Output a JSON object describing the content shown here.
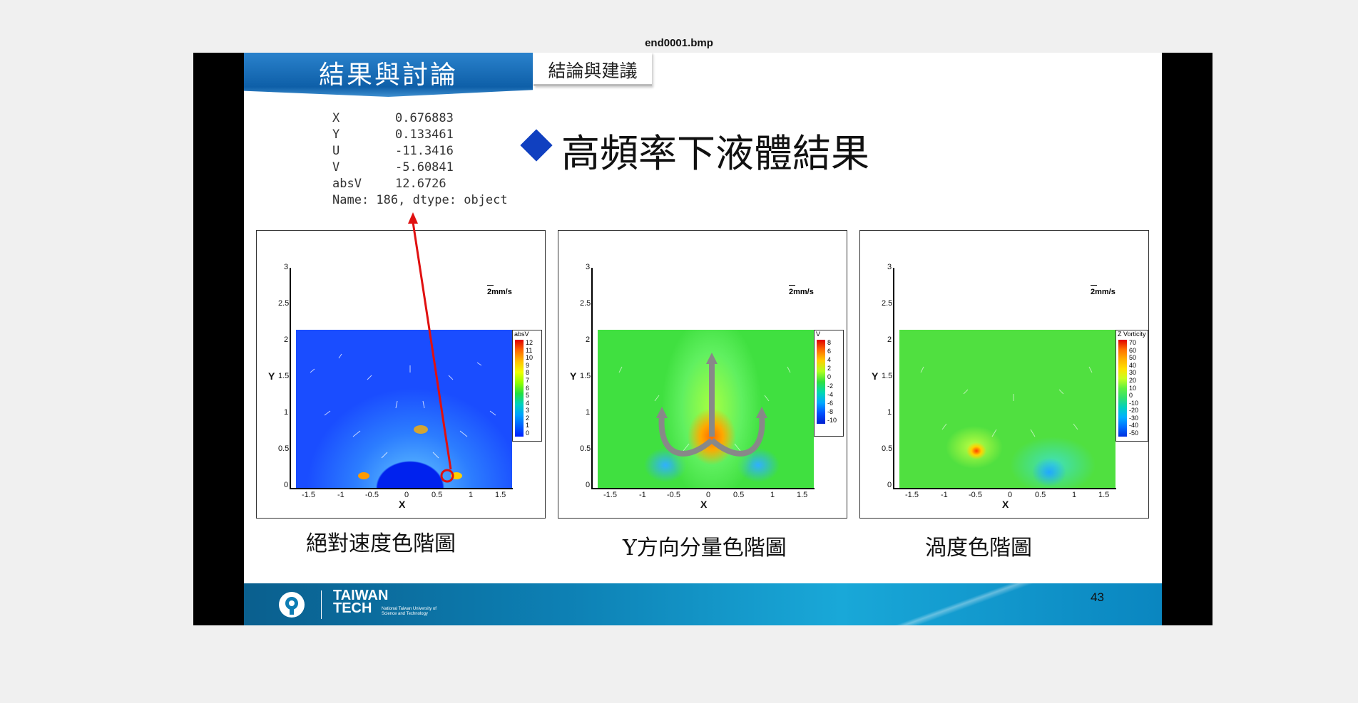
{
  "window": {
    "title": "end0001.bmp"
  },
  "slide": {
    "section_title": "結果與討論",
    "section_tab": "結論與建議",
    "heading": "高頻率下液體結果",
    "info_box": [
      {
        "label": "X",
        "value": "0.676883"
      },
      {
        "label": "Y",
        "value": "0.133461"
      },
      {
        "label": "U",
        "value": "-11.3416"
      },
      {
        "label": "V",
        "value": "-5.60841"
      },
      {
        "label": "absV",
        "value": "12.6726"
      }
    ],
    "info_footer": "Name: 186, dtype: object",
    "plots": [
      {
        "caption": "絕對速度色階圖",
        "legend_title": "absV",
        "legend_labels": [
          "12",
          "11",
          "10",
          "9",
          "8",
          "7",
          "6",
          "5",
          "4",
          "3",
          "2",
          "1",
          "0"
        ],
        "scale_label": "2mm/s"
      },
      {
        "caption": "Y方向分量色階圖",
        "legend_title": "V",
        "legend_labels": [
          "8",
          "6",
          "4",
          "2",
          "0",
          "-2",
          "-4",
          "-6",
          "-8",
          "-10"
        ],
        "scale_label": "2mm/s"
      },
      {
        "caption": "渦度色階圖",
        "legend_title": "Z Vorticity",
        "legend_labels": [
          "70",
          "60",
          "50",
          "40",
          "30",
          "20",
          "10",
          "0",
          "-10",
          "-20",
          "-30",
          "-40",
          "-50"
        ],
        "scale_label": "2mm/s"
      }
    ],
    "axes": {
      "x_label": "X",
      "y_label": "Y",
      "x_ticks": [
        "-1.5",
        "-1",
        "-0.5",
        "0",
        "0.5",
        "1",
        "1.5"
      ],
      "y_ticks": [
        "3",
        "2.5",
        "2",
        "1.5",
        "1",
        "0.5",
        "0"
      ]
    },
    "footer": {
      "logo_line1": "TAIWAN",
      "logo_line2": "TECH",
      "logo_sub": "National Taiwan University of Science and Technology",
      "page_number": "43"
    }
  }
}
